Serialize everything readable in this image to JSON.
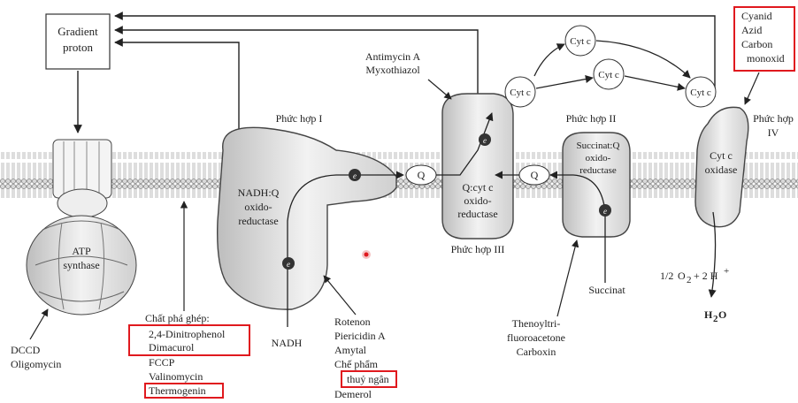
{
  "gradient_box": [
    "Gradient",
    "proton"
  ],
  "atp": [
    "ATP",
    "synthase"
  ],
  "complex_i": {
    "title": "Phức hợp I",
    "body": [
      "NADH:Q",
      "oxido-",
      "reductase"
    ],
    "substrate": "NADH"
  },
  "complex_ii": {
    "title": "Phức hợp II",
    "body": [
      "Succinat:Q",
      "oxido-",
      "reductase"
    ],
    "substrate": "Succinat"
  },
  "complex_iii": {
    "title": "Phức hợp III",
    "body": [
      "Q:cyt c",
      "oxido-",
      "reductase"
    ]
  },
  "complex_iv": {
    "title": [
      "Phức hợp",
      "IV"
    ],
    "body": [
      "Cyt c",
      "oxidase"
    ]
  },
  "q_label": "Q",
  "electron": "e",
  "cyt_c": "Cyt c",
  "reaction": {
    "half": "1/2",
    "o2": "O",
    "plus": "+ 2 H",
    "water": "H",
    "water_sub": "2",
    "water_o": "O"
  },
  "inhibitors": {
    "iii": [
      "Antimycin A",
      "Myxothiazol"
    ],
    "iv": [
      "Cyanid",
      "Azid",
      "Carbon",
      "monoxid"
    ],
    "ii": [
      "Thenoyltri-",
      "fluoroacetone",
      "Carboxin"
    ],
    "i": [
      "Rotenon",
      "Piericidin A",
      "Amytal",
      "Chế phẩm",
      "thuỷ ngân",
      "Demerol"
    ],
    "atp": [
      "DCCD",
      "Oligomycin"
    ]
  },
  "uncouplers": {
    "title": "Chất phá ghép:",
    "items": [
      "2,4-Dinitrophenol",
      "Dimacurol",
      "FCCP",
      "Valinomycin",
      "Thermogenin"
    ]
  },
  "highlight_color": "#e0191e"
}
